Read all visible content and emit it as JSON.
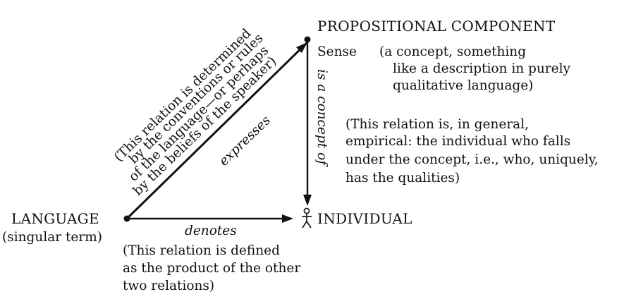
{
  "nodes": {
    "propositional_component": {
      "title": "PROPOSITIONAL COMPONENT",
      "sense_label": "Sense",
      "sense_desc": [
        "(a concept, something",
        "like a description in purely",
        "qualitative language)"
      ]
    },
    "language": {
      "title": "LANGUAGE",
      "subtitle": "(singular term)"
    },
    "individual": {
      "title": "INDIVIDUAL"
    }
  },
  "relations": {
    "expresses": {
      "label": "expresses",
      "note": [
        "(This relation is determined",
        "by the conventions or rules",
        "of the language—or perhaps",
        "by the beliefs of the speaker)"
      ]
    },
    "concept_of": {
      "label": "is a concept of",
      "note": [
        "(This relation is, in general,",
        "empirical: the individual who falls",
        "under the concept, i.e., who, uniquely,",
        "has the qualities)"
      ]
    },
    "denotes": {
      "label": "denotes",
      "note": [
        "(This relation is defined",
        "as the product of the other",
        "two relations)"
      ]
    }
  }
}
